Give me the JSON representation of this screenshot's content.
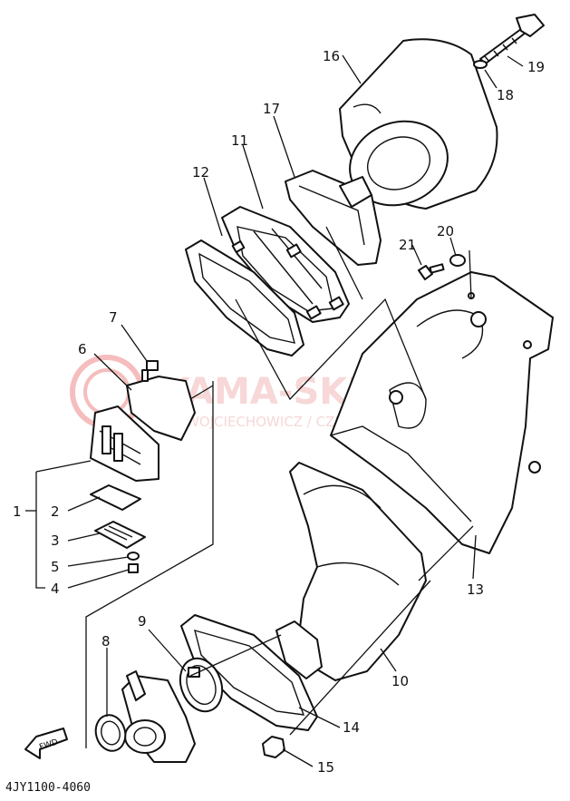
{
  "diagram_code": "4JY1100-4060",
  "fwd_label": "FWD",
  "watermark": {
    "title": "YAMA-SKLEP.PL",
    "subtitle": "WOJCIECHOWICZ / CZĘŚCI YAMAHA",
    "color": "#e05050"
  },
  "callouts": [
    "1",
    "2",
    "3",
    "4",
    "5",
    "6",
    "7",
    "8",
    "9",
    "10",
    "11",
    "12",
    "13",
    "14",
    "15",
    "16",
    "17",
    "18",
    "19",
    "20",
    "21"
  ]
}
